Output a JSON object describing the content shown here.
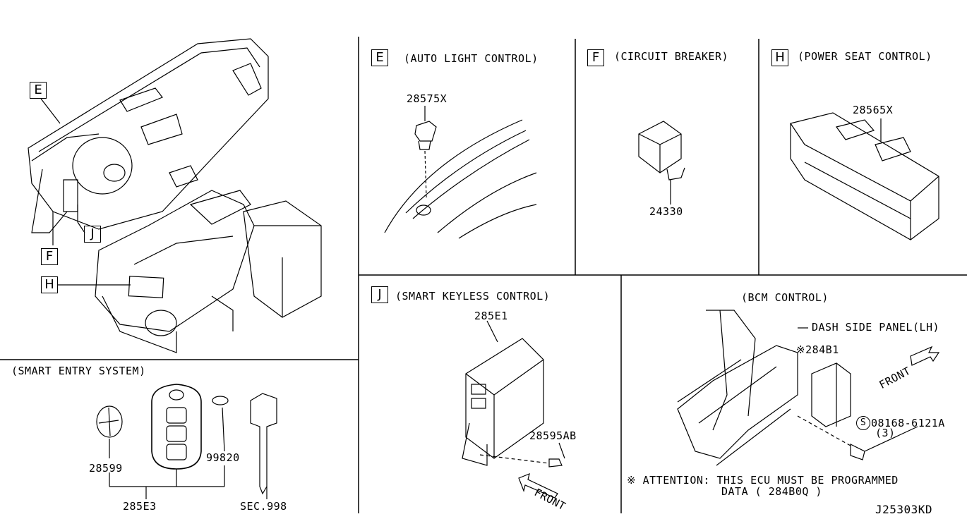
{
  "sections": {
    "E": {
      "letter": "E",
      "title": "(AUTO LIGHT CONTROL)",
      "part": "28575X"
    },
    "F": {
      "letter": "F",
      "title": "(CIRCUIT BREAKER)",
      "part": "24330"
    },
    "H": {
      "letter": "H",
      "title": "(POWER SEAT CONTROL)",
      "part": "28565X"
    },
    "J": {
      "letter": "J",
      "title": "(SMART KEYLESS CONTROL)",
      "part_unit": "285E1",
      "part_bolt": "28595AB",
      "front": "FRONT"
    },
    "smart_entry": {
      "title": "(SMART ENTRY SYSTEM)",
      "battery": "28599",
      "emblem": "99820",
      "key_set": "285E3",
      "key": "SEC.998"
    },
    "bcm": {
      "title": "(BCM CONTROL)",
      "dash_panel": "DASH SIDE PANEL(LH)",
      "unit": "※284B1",
      "bolt": "08168-6121A",
      "bolt_qty": "(3)",
      "bolt_symbol": "S",
      "front": "FRONT",
      "attention_line1": "※ ATTENTION: THIS ECU MUST BE PROGRAMMED",
      "attention_line2": "DATA ( 284B0Q )"
    }
  },
  "overview_callouts": [
    "E",
    "J",
    "F",
    "H"
  ],
  "drawing_code": "J25303KD"
}
